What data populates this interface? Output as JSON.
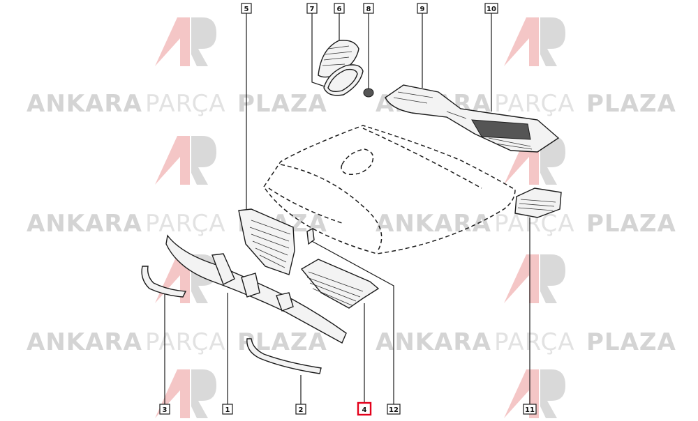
{
  "watermark": {
    "brand_word_1": "ANKARA",
    "brand_word_2": "PARÇA",
    "brand_word_3": "PLAZA",
    "logo_letters": "AP",
    "colors": {
      "word_dark": "#d4d4d4",
      "word_light": "#e2e2e2",
      "logo_red": "#f4c6c6",
      "logo_grey": "#d9d9d9"
    }
  },
  "diagram": {
    "highlight_color": "#e3001b",
    "highlighted_part": "4",
    "callouts": [
      {
        "id": "5",
        "label": "5"
      },
      {
        "id": "7",
        "label": "7"
      },
      {
        "id": "6",
        "label": "6"
      },
      {
        "id": "8",
        "label": "8"
      },
      {
        "id": "9",
        "label": "9"
      },
      {
        "id": "10",
        "label": "10"
      },
      {
        "id": "3",
        "label": "3"
      },
      {
        "id": "1",
        "label": "1"
      },
      {
        "id": "2",
        "label": "2"
      },
      {
        "id": "4",
        "label": "4"
      },
      {
        "id": "12",
        "label": "12"
      },
      {
        "id": "11",
        "label": "11"
      }
    ]
  }
}
